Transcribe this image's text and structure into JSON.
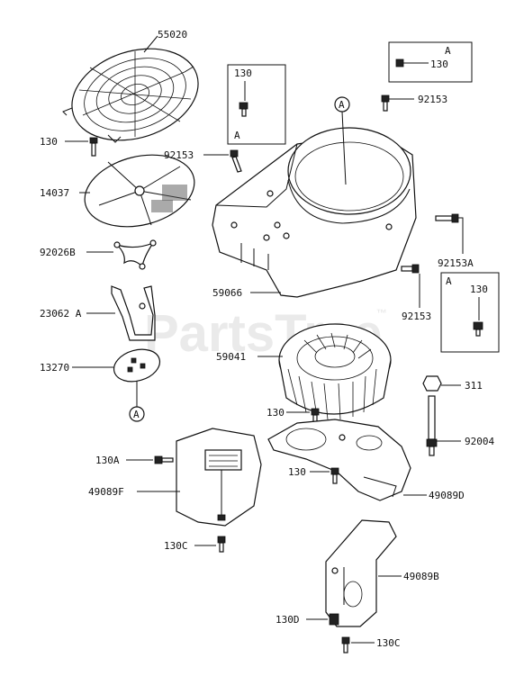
{
  "watermark": "PartsTree",
  "watermark_tm": "™",
  "callout_letter": "A",
  "labels": {
    "p55020": "55020",
    "p130_top": "130",
    "p14037": "14037",
    "p92026B": "92026B",
    "p23062A": "23062 A",
    "p13270": "13270",
    "p92153_top": "92153",
    "p92153_mid": "92153",
    "p92153A": "92153A",
    "p92153_low": "92153",
    "p59066": "59066",
    "p59041": "59041",
    "p311": "311",
    "p92004": "92004",
    "p130_mid": "130",
    "p130_low": "130",
    "p130A": "130A",
    "p49089F": "49089F",
    "p49089D": "49089D",
    "p130C_a": "130C",
    "p49089B": "49089B",
    "p130D": "130D",
    "p130C_b": "130C"
  },
  "insets": {
    "left": {
      "part": "130",
      "letter": "A"
    },
    "top_right": {
      "part": "130",
      "letter": "A"
    },
    "right": {
      "part": "130",
      "letter": "A"
    }
  }
}
